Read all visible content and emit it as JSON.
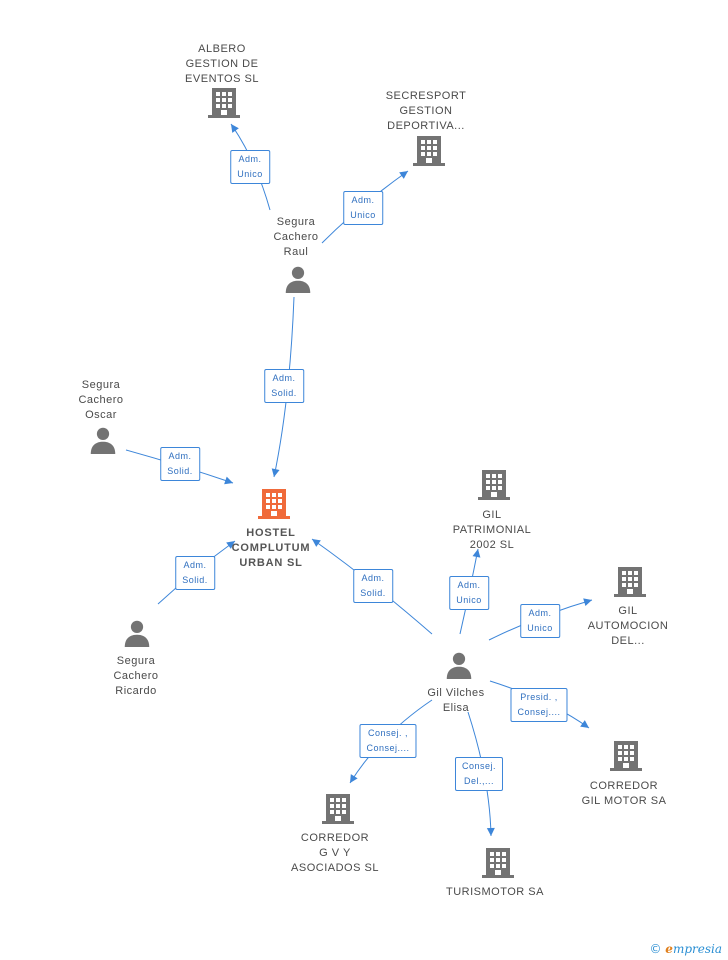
{
  "colors": {
    "edge": "#3d86d9",
    "building": "#737373",
    "building_main": "#f06a3a",
    "person": "#737373"
  },
  "nodes": [
    {
      "id": "albero",
      "kind": "company",
      "icon": "building-icon",
      "lines": [
        "ALBERO",
        "GESTION DE",
        "EVENTOS SL"
      ]
    },
    {
      "id": "secresport",
      "kind": "company",
      "icon": "building-icon",
      "lines": [
        "SECRESPORT",
        "GESTION",
        "DEPORTIVA..."
      ]
    },
    {
      "id": "raul",
      "kind": "person",
      "icon": "person-icon",
      "lines": [
        "Segura",
        "Cachero",
        "Raul"
      ]
    },
    {
      "id": "oscar",
      "kind": "person",
      "icon": "person-icon",
      "lines": [
        "Segura",
        "Cachero",
        "Oscar"
      ]
    },
    {
      "id": "hostel",
      "kind": "company_main",
      "icon": "building-icon",
      "lines": [
        "HOSTEL",
        "COMPLUTUM",
        "URBAN  SL"
      ]
    },
    {
      "id": "ricardo",
      "kind": "person",
      "icon": "person-icon",
      "lines": [
        "Segura",
        "Cachero",
        "Ricardo"
      ]
    },
    {
      "id": "gilpatrimonial",
      "kind": "company",
      "icon": "building-icon",
      "lines": [
        "GIL",
        "PATRIMONIAL",
        "2002 SL"
      ]
    },
    {
      "id": "gilautomocion",
      "kind": "company",
      "icon": "building-icon",
      "lines": [
        "GIL",
        "AUTOMOCION",
        "DEL..."
      ]
    },
    {
      "id": "elisa",
      "kind": "person",
      "icon": "person-icon",
      "lines": [
        "Gil Vilches",
        "Elisa"
      ]
    },
    {
      "id": "corredorgil",
      "kind": "company",
      "icon": "building-icon",
      "lines": [
        "CORREDOR",
        "GIL MOTOR SA"
      ]
    },
    {
      "id": "corredorgvy",
      "kind": "company",
      "icon": "building-icon",
      "lines": [
        "CORREDOR",
        "G V Y",
        "ASOCIADOS SL"
      ]
    },
    {
      "id": "turismotor",
      "kind": "company",
      "icon": "building-icon",
      "lines": [
        "TURISMOTOR SA"
      ]
    }
  ],
  "edges": [
    {
      "from": "raul",
      "to": "albero",
      "label": [
        "Adm.",
        "Unico"
      ]
    },
    {
      "from": "raul",
      "to": "secresport",
      "label": [
        "Adm.",
        "Unico"
      ]
    },
    {
      "from": "raul",
      "to": "hostel",
      "label": [
        "Adm.",
        "Solid."
      ]
    },
    {
      "from": "oscar",
      "to": "hostel",
      "label": [
        "Adm.",
        "Solid."
      ]
    },
    {
      "from": "ricardo",
      "to": "hostel",
      "label": [
        "Adm.",
        "Solid."
      ]
    },
    {
      "from": "elisa",
      "to": "hostel",
      "label": [
        "Adm.",
        "Solid."
      ]
    },
    {
      "from": "elisa",
      "to": "gilpatrimonial",
      "label": [
        "Adm.",
        "Unico"
      ]
    },
    {
      "from": "elisa",
      "to": "gilautomocion",
      "label": [
        "Adm.",
        "Unico"
      ]
    },
    {
      "from": "elisa",
      "to": "corredorgil",
      "label": [
        "Presid. ,",
        "Consej...."
      ]
    },
    {
      "from": "elisa",
      "to": "corredorgvy",
      "label": [
        "Consej. ,",
        "Consej...."
      ]
    },
    {
      "from": "elisa",
      "to": "turismotor",
      "label": [
        "Consej.",
        "Del.,..."
      ]
    }
  ],
  "watermark": {
    "copyright": "©",
    "brand_initial": "e",
    "brand_rest": "mpresia"
  }
}
